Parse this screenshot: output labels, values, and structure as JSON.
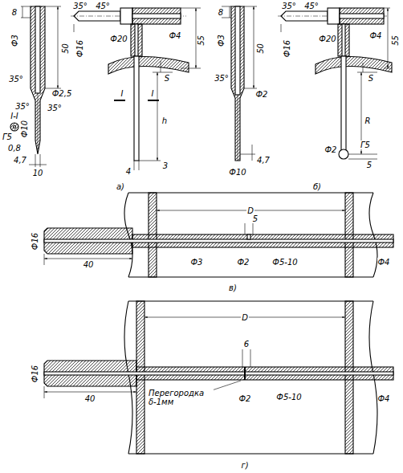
{
  "diagram": {
    "labels": [
      "8",
      "35°",
      "45°",
      "Ф3",
      "50",
      "35°",
      "Ф16",
      "Ф20",
      "Ф4",
      "55",
      "Ф2,5",
      "S",
      "35°",
      "35°",
      "I-I",
      "I",
      "I",
      "Г5",
      "Ф10",
      "h",
      "0,8",
      "4,7",
      "10",
      "4",
      "3",
      "а)",
      "8",
      "35°",
      "45°",
      "Ф3",
      "50",
      "35°",
      "Ф16",
      "Ф20",
      "Ф4",
      "55",
      "Ф2",
      "S",
      "R",
      "4,7",
      "Ф10",
      "Ф2",
      "Г5",
      "5",
      "б)",
      "Ф16",
      "40",
      "D",
      "5",
      "Ф3",
      "Ф2",
      "Ф5-10",
      "Ф4",
      "в)",
      "Ф16",
      "40",
      "D",
      "6",
      "Перегородка δ-1мм",
      "Ф2",
      "Ф5-10",
      "Ф4",
      "г)"
    ]
  }
}
